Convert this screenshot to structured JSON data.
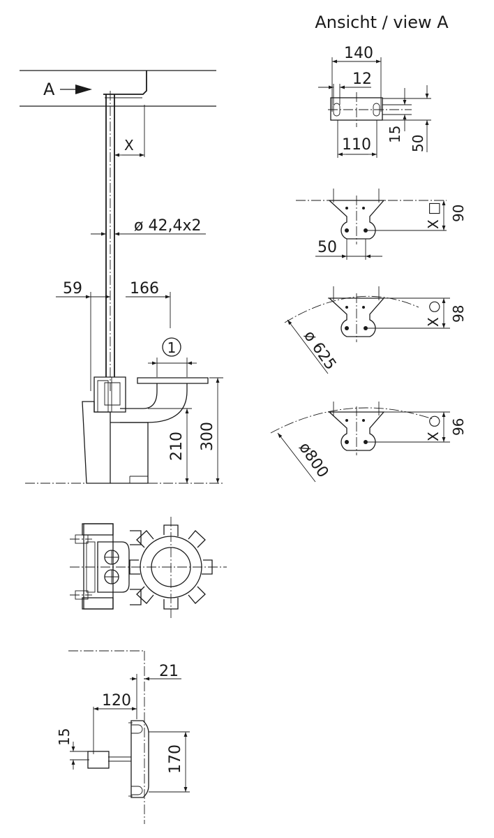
{
  "view_title": "Ansicht / view A",
  "arrow_label": "A",
  "x_label": "X",
  "pipe_spec": "ø 42,4x2",
  "item_marker": "1",
  "dims": {
    "d59": "59",
    "d166": "166",
    "d210": "210",
    "d300": "300",
    "d140": "140",
    "d12": "12",
    "d110": "110",
    "d15a": "15",
    "d50a": "50",
    "d50b": "50",
    "d90": "90",
    "d98": "98",
    "d96": "96",
    "dia625": "ø 625",
    "dia800": "ø800",
    "d21": "21",
    "d120": "120",
    "d15b": "15",
    "d170": "170"
  },
  "variants": {
    "square": "X □",
    "circle1": "X ○",
    "circle2": "X ○"
  },
  "icons": [
    "arrow-right-icon",
    "circle-marker-icon",
    "square-symbol-icon",
    "circle-symbol-icon"
  ]
}
